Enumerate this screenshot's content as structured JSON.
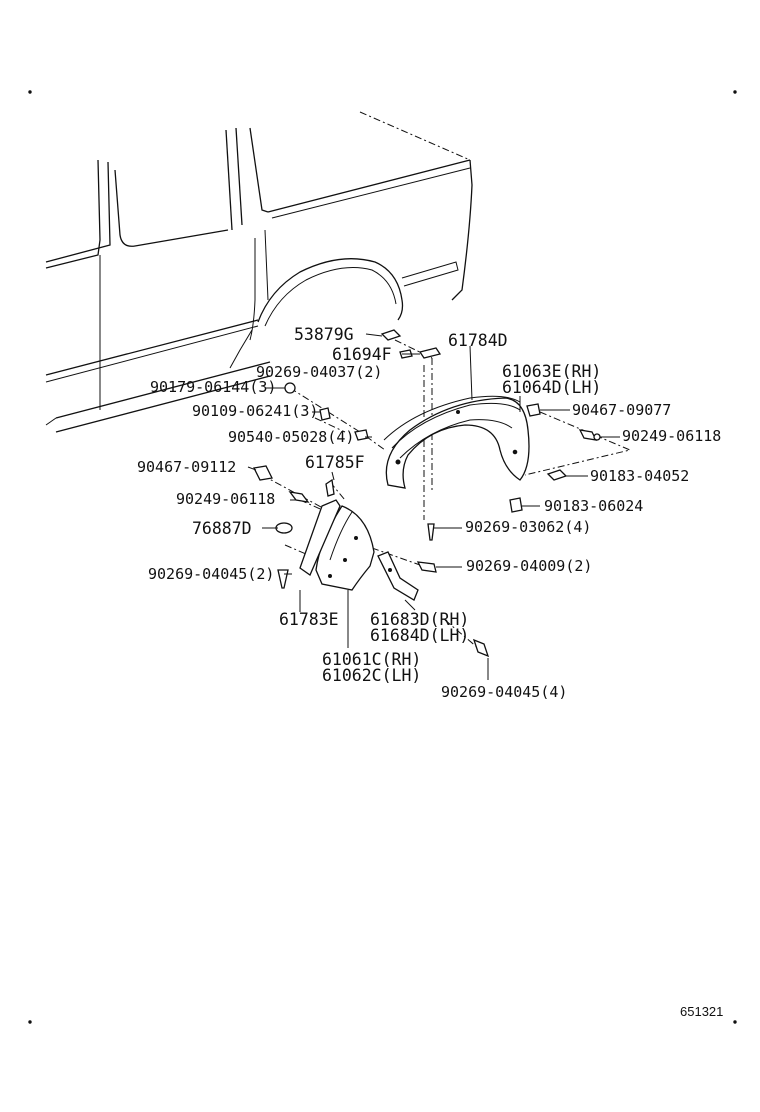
{
  "diagram": {
    "labels": {
      "p53879G": "53879G",
      "p61694F": "61694F",
      "p61784D": "61784D",
      "p90269_04037": "90269-04037(2)",
      "p61063E": "61063E(RH)",
      "p61064D": "61064D(LH)",
      "p90179_06144": "90179-06144(3)",
      "p90109_06241": "90109-06241(3)",
      "p90467_09077": "90467-09077",
      "p90540_05028": "90540-05028(4)",
      "p90249_06118_r": "90249-06118",
      "p61785F": "61785F",
      "p90467_09112": "90467-09112",
      "p90183_04052": "90183-04052",
      "p90249_06118_l": "90249-06118",
      "p90183_06024": "90183-06024",
      "p76887D": "76887D",
      "p90269_03062": "90269-03062(4)",
      "p90269_04045_l": "90269-04045(2)",
      "p90269_04009": "90269-04009(2)",
      "p61783E": "61783E",
      "p61683D": "61683D(RH)",
      "p61684D": "61684D(LH)",
      "p61061C": "61061C(RH)",
      "p61062C": "61062C(LH)",
      "p90269_04045_b": "90269-04045(4)"
    },
    "figure_code": "651321"
  }
}
